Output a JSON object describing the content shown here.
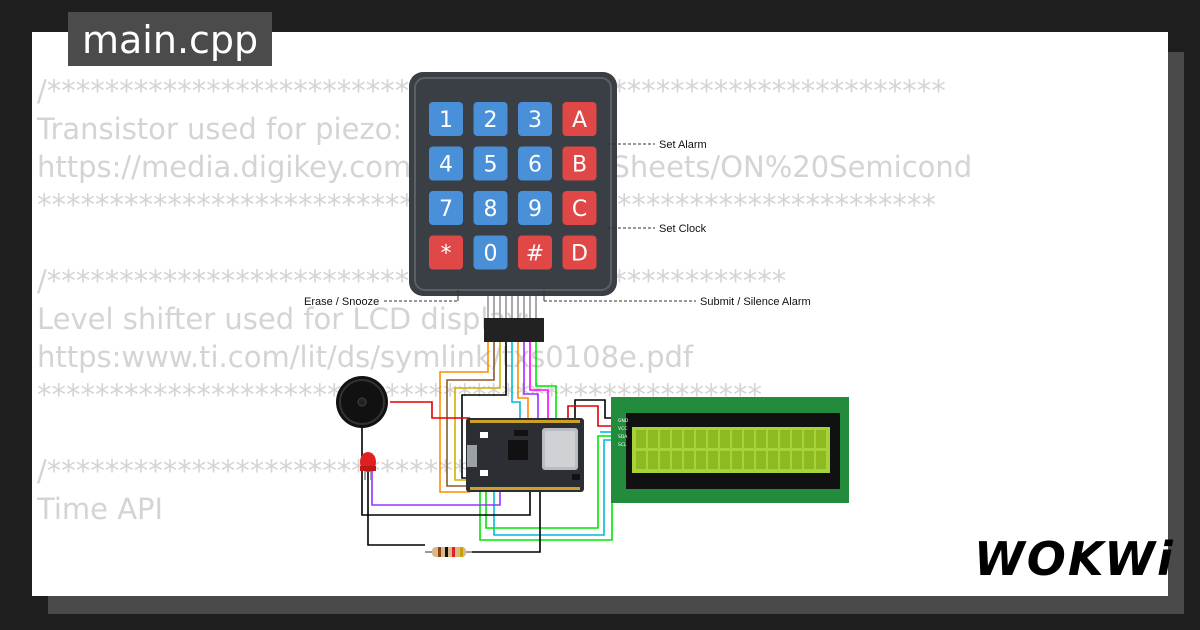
{
  "editor": {
    "file_name": "main.cpp",
    "code_lines": [
      "/**************************************************************",
      "Transistor used for piezo:",
      "https://media.digikey.com/pdf/Data%20Sheets/ON%20Semicond",
      "**************************************************************",
      "",
      "/***************************************************",
      "Level shifter used for LCD display:",
      "https:www.ti.com/lit/ds/symlink/txs0108e.pdf",
      "**************************************************",
      "",
      "/*****************************",
      "Time API"
    ]
  },
  "keypad": {
    "keys": [
      {
        "label": "1",
        "color": "#4a90d9"
      },
      {
        "label": "2",
        "color": "#4a90d9"
      },
      {
        "label": "3",
        "color": "#4a90d9"
      },
      {
        "label": "A",
        "color": "#e04848"
      },
      {
        "label": "4",
        "color": "#4a90d9"
      },
      {
        "label": "5",
        "color": "#4a90d9"
      },
      {
        "label": "6",
        "color": "#4a90d9"
      },
      {
        "label": "B",
        "color": "#e04848"
      },
      {
        "label": "7",
        "color": "#4a90d9"
      },
      {
        "label": "8",
        "color": "#4a90d9"
      },
      {
        "label": "9",
        "color": "#4a90d9"
      },
      {
        "label": "C",
        "color": "#e04848"
      },
      {
        "label": "*",
        "color": "#e04848"
      },
      {
        "label": "0",
        "color": "#4a90d9"
      },
      {
        "label": "#",
        "color": "#e04848"
      },
      {
        "label": "D",
        "color": "#e04848"
      }
    ]
  },
  "annotations": {
    "set_alarm": "Set Alarm",
    "set_clock": "Set Clock",
    "erase_snooze": "Erase / Snooze",
    "submit_silence": "Submit / Silence Alarm"
  },
  "lcd": {
    "pin_labels": [
      "GND",
      "VCC",
      "SDA",
      "SCL"
    ],
    "backlight_color": "#a6d23a"
  },
  "brand": {
    "logo_text": "WOKWi"
  },
  "colors": {
    "background": "#1e1e1e",
    "card": "#ffffff",
    "tab": "#4b4b4b",
    "pcb": "#228b3c"
  }
}
